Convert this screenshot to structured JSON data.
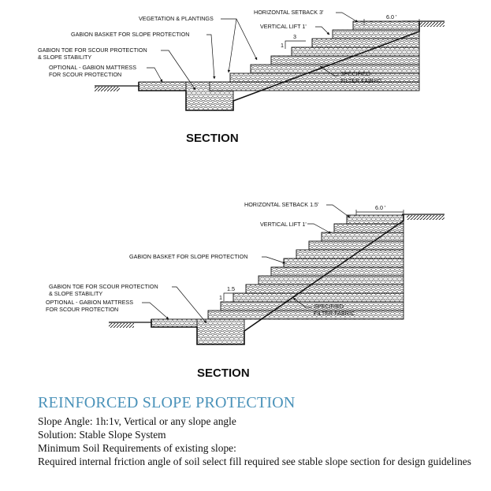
{
  "section1": {
    "labels": {
      "vegetation": "VEGETATION & PLANTINGS",
      "gabion_basket": "GABION BASKET FOR SLOPE PROTECTION",
      "toe_1": "GABION TOE FOR SCOUR PROTECTION",
      "toe_2": "& SLOPE STABILITY",
      "mattress_1": "OPTIONAL - GABION MATTRESS",
      "mattress_2": "FOR SCOUR PROTECTION",
      "setback": "HORIZONTAL  SETBACK 3'",
      "vertical_lift": "VERTICAL LIFT 1'",
      "width": "6.0 '",
      "slope_run": "3",
      "slope_rise": "1",
      "filter_1": "SPECIFIED",
      "filter_2": "FILTER FABRIC"
    },
    "title": "SECTION"
  },
  "section2": {
    "labels": {
      "setback": "HORIZONTAL SETBACK 1.5'",
      "width": "6.0 '",
      "vertical_lift": "VERTICAL LIFT 1'",
      "gabion_basket": "GABION BASKET FOR SLOPE PROTECTION",
      "slope_run": "1.5",
      "slope_rise": "1",
      "toe_1": "GABION TOE FOR SCOUR PROTECTION",
      "toe_2": "& SLOPE STABILITY",
      "mattress_1": "OPTIONAL - GABION MATTRESS",
      "mattress_2": "FOR SCOUR PROTECTION",
      "filter_1": "SPECIFIED",
      "filter_2": "FILTER FABRIC"
    },
    "title": "SECTION"
  },
  "notes": {
    "title": "REINFORCED SLOPE PROTECTION",
    "line1": "Slope Angle: 1h:1v, Vertical or any slope angle",
    "line2": "Solution:  Stable Slope System",
    "line3": "Minimum Soil Requirements of existing slope:",
    "line4": "Required internal friction angle of soil select fill required see stable slope section for design guidelines"
  }
}
